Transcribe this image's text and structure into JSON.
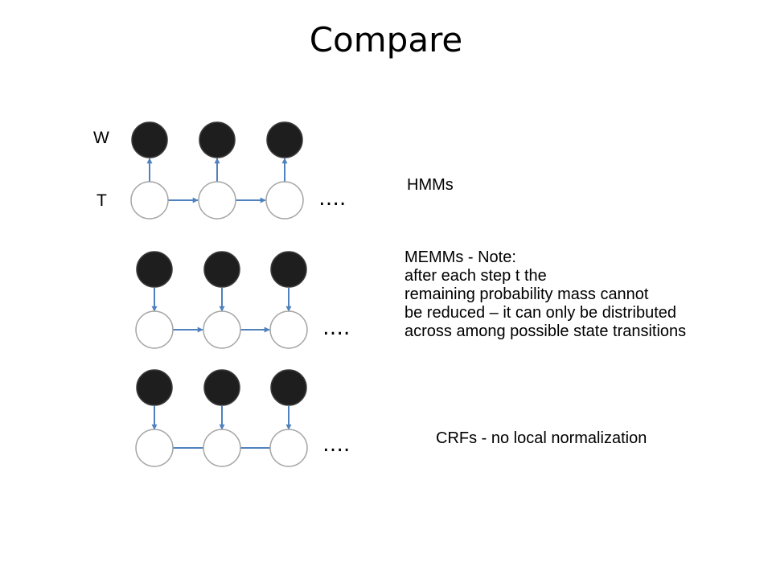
{
  "slide": {
    "title": "Compare"
  },
  "labels": {
    "word_row": "W",
    "tag_row": "T",
    "ellipsis": "…."
  },
  "captions": {
    "hmm": "HMMs",
    "memm_lines": [
      "MEMMs  -  Note:",
      "after each step t the",
      "remaining probability mass cannot",
      "be reduced – it can only be distributed",
      "across among possible state transitions"
    ],
    "crf": "CRFs  - no local normalization"
  },
  "colors": {
    "observed_node": "#1e1e1e",
    "hidden_node_fill": "#ffffff",
    "hidden_node_stroke": "#a6a6a6",
    "edge": "#4f81bd"
  }
}
